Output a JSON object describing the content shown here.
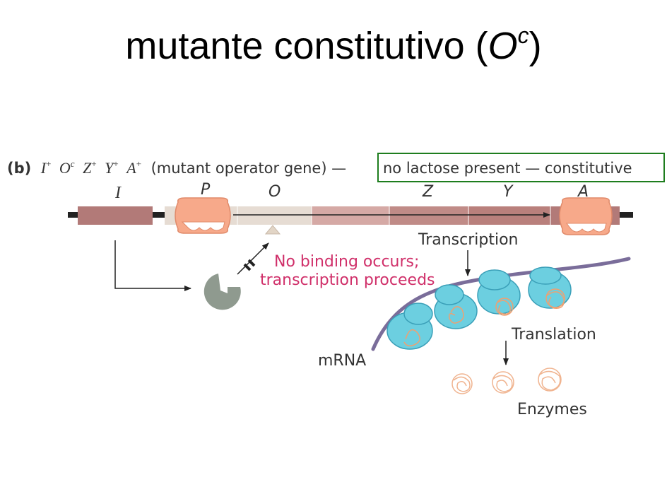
{
  "title": {
    "main": "mutante constitutivo (",
    "italic": "O",
    "sup": "c",
    "close": ")"
  },
  "genotype": {
    "panel": "(b)",
    "I": "I",
    "I_sup": "+",
    "O": "O",
    "O_sup": "c",
    "Z": "Z",
    "Z_sup": "+",
    "Y": "Y",
    "Y_sup": "+",
    "A": "A",
    "A_sup": "+",
    "description": "(mutant operator gene) —",
    "highlight": "no lactose present — constitutive"
  },
  "gene_labels": {
    "I": "I",
    "P": "P",
    "O": "O",
    "Z": "Z",
    "Y": "Y",
    "A": "A"
  },
  "annotations": {
    "no_binding_line1": "No binding occurs;",
    "no_binding_line2": "transcription proceeds",
    "transcription": "Transcription",
    "translation": "Translation",
    "mrna": "mRNA",
    "enzymes": "Enzymes"
  },
  "colors": {
    "highlight_box": "#1e7d1e",
    "no_binding_text": "#d0306a",
    "i_gene": "#b27a78",
    "operator": "#e6dcd3",
    "z_gene": "#d5a9a5",
    "y_gene": "#b9807c",
    "rna_polymerase": "#f7a98a",
    "repressor": "#8f9a8f",
    "ribosome": "#6ccfe0",
    "mrna": "#7a6d9a",
    "enzyme": "#f0b490"
  }
}
